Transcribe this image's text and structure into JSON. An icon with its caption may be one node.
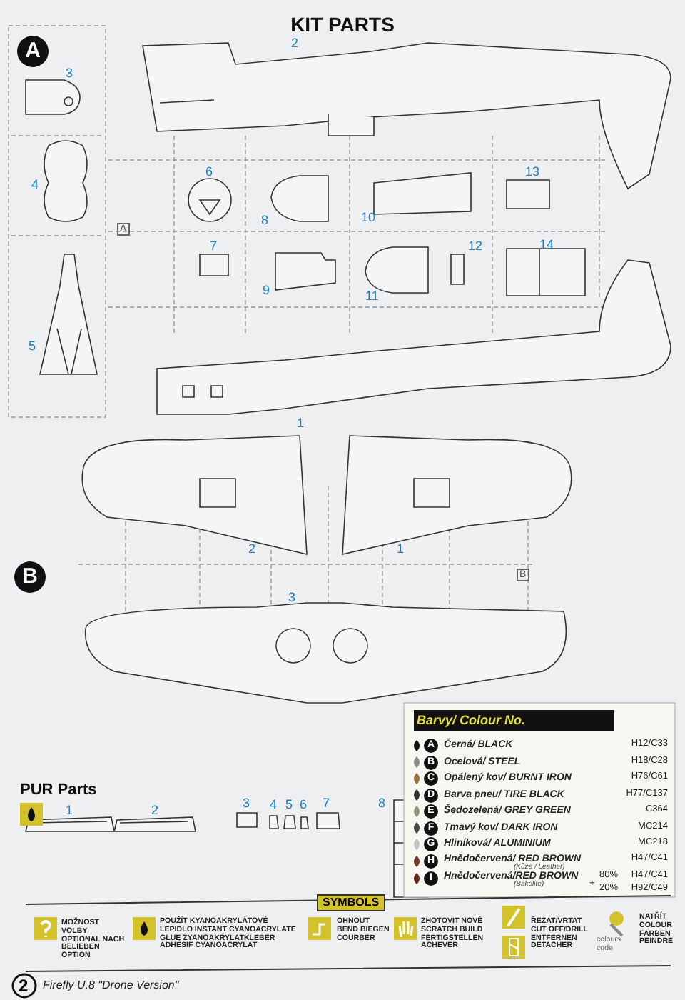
{
  "diagram": {
    "title": "KIT PARTS",
    "labels": [
      "A",
      "2",
      "3",
      "4",
      "6",
      "13",
      "8",
      "10",
      "A",
      "7",
      "12",
      "14",
      "9",
      "11",
      "5",
      "1",
      "2",
      "1",
      "B",
      "B",
      "3",
      "Barvy/ Colour No.",
      "A",
      "Černá/ BLACK",
      "H12/C33",
      "B",
      "Ocelová/ STEEL",
      "H18/C28",
      "C",
      "Opálený kov/ BURNT IRON",
      "H76/C61",
      "D",
      "Barva pneu/ TIRE BLACK",
      "H77/C137",
      "E",
      "Šedozelená/ GREY GREEN",
      "C364",
      "F",
      "Tmavý kov/ DARK IRON",
      "MC214",
      "G",
      "Hliníková/ ALUMINIUM",
      "MC218",
      "H",
      "Hnědočervená/ RED BROWN",
      "(Kůže / Leather)",
      "H47/C41",
      "I",
      "Hnědočervená/RED BROWN",
      "(Bakelite)",
      "80%",
      "H47/C41",
      "+",
      "20%",
      "H92/C49",
      "PUR Parts",
      "1",
      "2",
      "3",
      "4",
      "5",
      "6",
      "7",
      "8",
      "SYMBOLS",
      "MOŽNOST VOLBY OPTIONAL NACH BELIEBEN OPTION",
      "POUŽÍT KYANOAKRYLÁTOVÉ LEPIDLO INSTANT CYANOACRYLATE GLUE ZYANOAKRYLATKLEBER ADHÉSIF CYANOACRYLAT",
      "OHNOUT BEND BIEGEN COURBER",
      "ZHOTOVIT NOVÉ SCRATCH BUILD FERTIGSTELLEN ACHEVER",
      "ŘEZAT/VRTAT CUT OFF/DRILL ENTFERNEN DETACHER",
      "colours code",
      "NATŘÍT COLOUR FARBEN PEINDRE",
      "2",
      "Firefly U.8 \"Drone Version\""
    ]
  }
}
